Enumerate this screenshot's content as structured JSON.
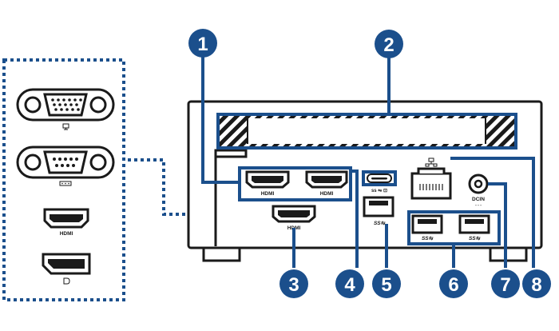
{
  "callouts": [
    "1",
    "2",
    "3",
    "4",
    "5",
    "6",
    "7",
    "8"
  ],
  "labels": {
    "hdmi_1": "HDMI",
    "hdmi_2": "HDMI",
    "hdmi_3": "HDMI",
    "hdmi_optional": "HDMI",
    "usb_c": "ss ⇋ ⊡",
    "usb_a_left": "SS⇆",
    "usb_a_mid": "SS⇆",
    "usb_a_right": "SS⇆",
    "dcin": "DCIN",
    "dcin_sym": "- - -"
  },
  "icons": {
    "vga": "monitor-icon",
    "serial": "serial-port-icon",
    "displayport": "displayport-icon",
    "lan": "network-icon"
  },
  "colors": {
    "callout": "#1b4f8c",
    "outline": "#1a1a1a",
    "highlight": "#1b4f8c"
  }
}
